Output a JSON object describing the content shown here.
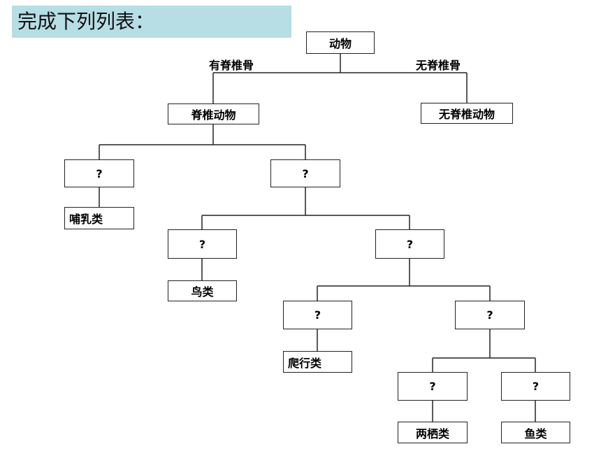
{
  "header": {
    "title": "完成下列列表："
  },
  "diagram": {
    "root": "动物",
    "branch_left": "有脊椎骨",
    "branch_right": "无脊椎骨",
    "vertebrates": "脊椎动物",
    "invertebrates": "无脊椎动物",
    "unknown": "?",
    "mammals": "哺乳类",
    "birds": "鸟类",
    "reptiles": "爬行类",
    "amphibians": "两栖类",
    "fish": "鱼类"
  }
}
